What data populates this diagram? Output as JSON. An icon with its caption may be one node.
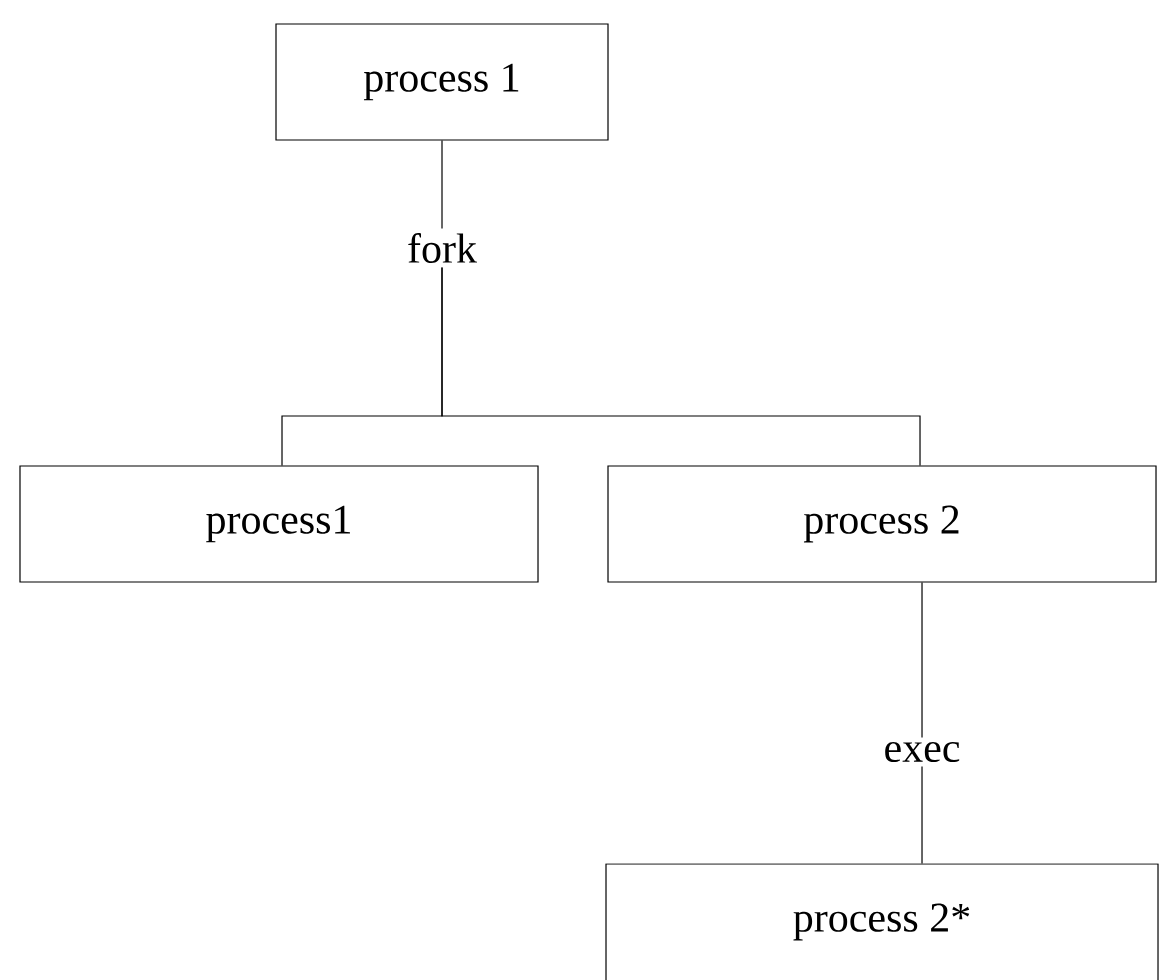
{
  "diagram": {
    "nodes": [
      {
        "text": [
          "process 1"
        ]
      },
      {
        "text": [
          "fork"
        ]
      },
      {
        "text": [
          "process1"
        ]
      },
      {
        "text": [
          "process 2"
        ]
      },
      {
        "text": [
          "exec"
        ]
      },
      {
        "text": [
          "process 2*"
        ]
      }
    ],
    "edges": [
      {
        "from": 0,
        "to": 1,
        "arrow": "none"
      },
      {
        "from": 1,
        "to": 2,
        "arrow": "none"
      },
      {
        "from": 1,
        "to": 3,
        "arrow": "none"
      },
      {
        "from": 3,
        "to": 4,
        "arrow": "none"
      },
      {
        "from": 4,
        "to": 5,
        "arrow": "none"
      }
    ]
  }
}
